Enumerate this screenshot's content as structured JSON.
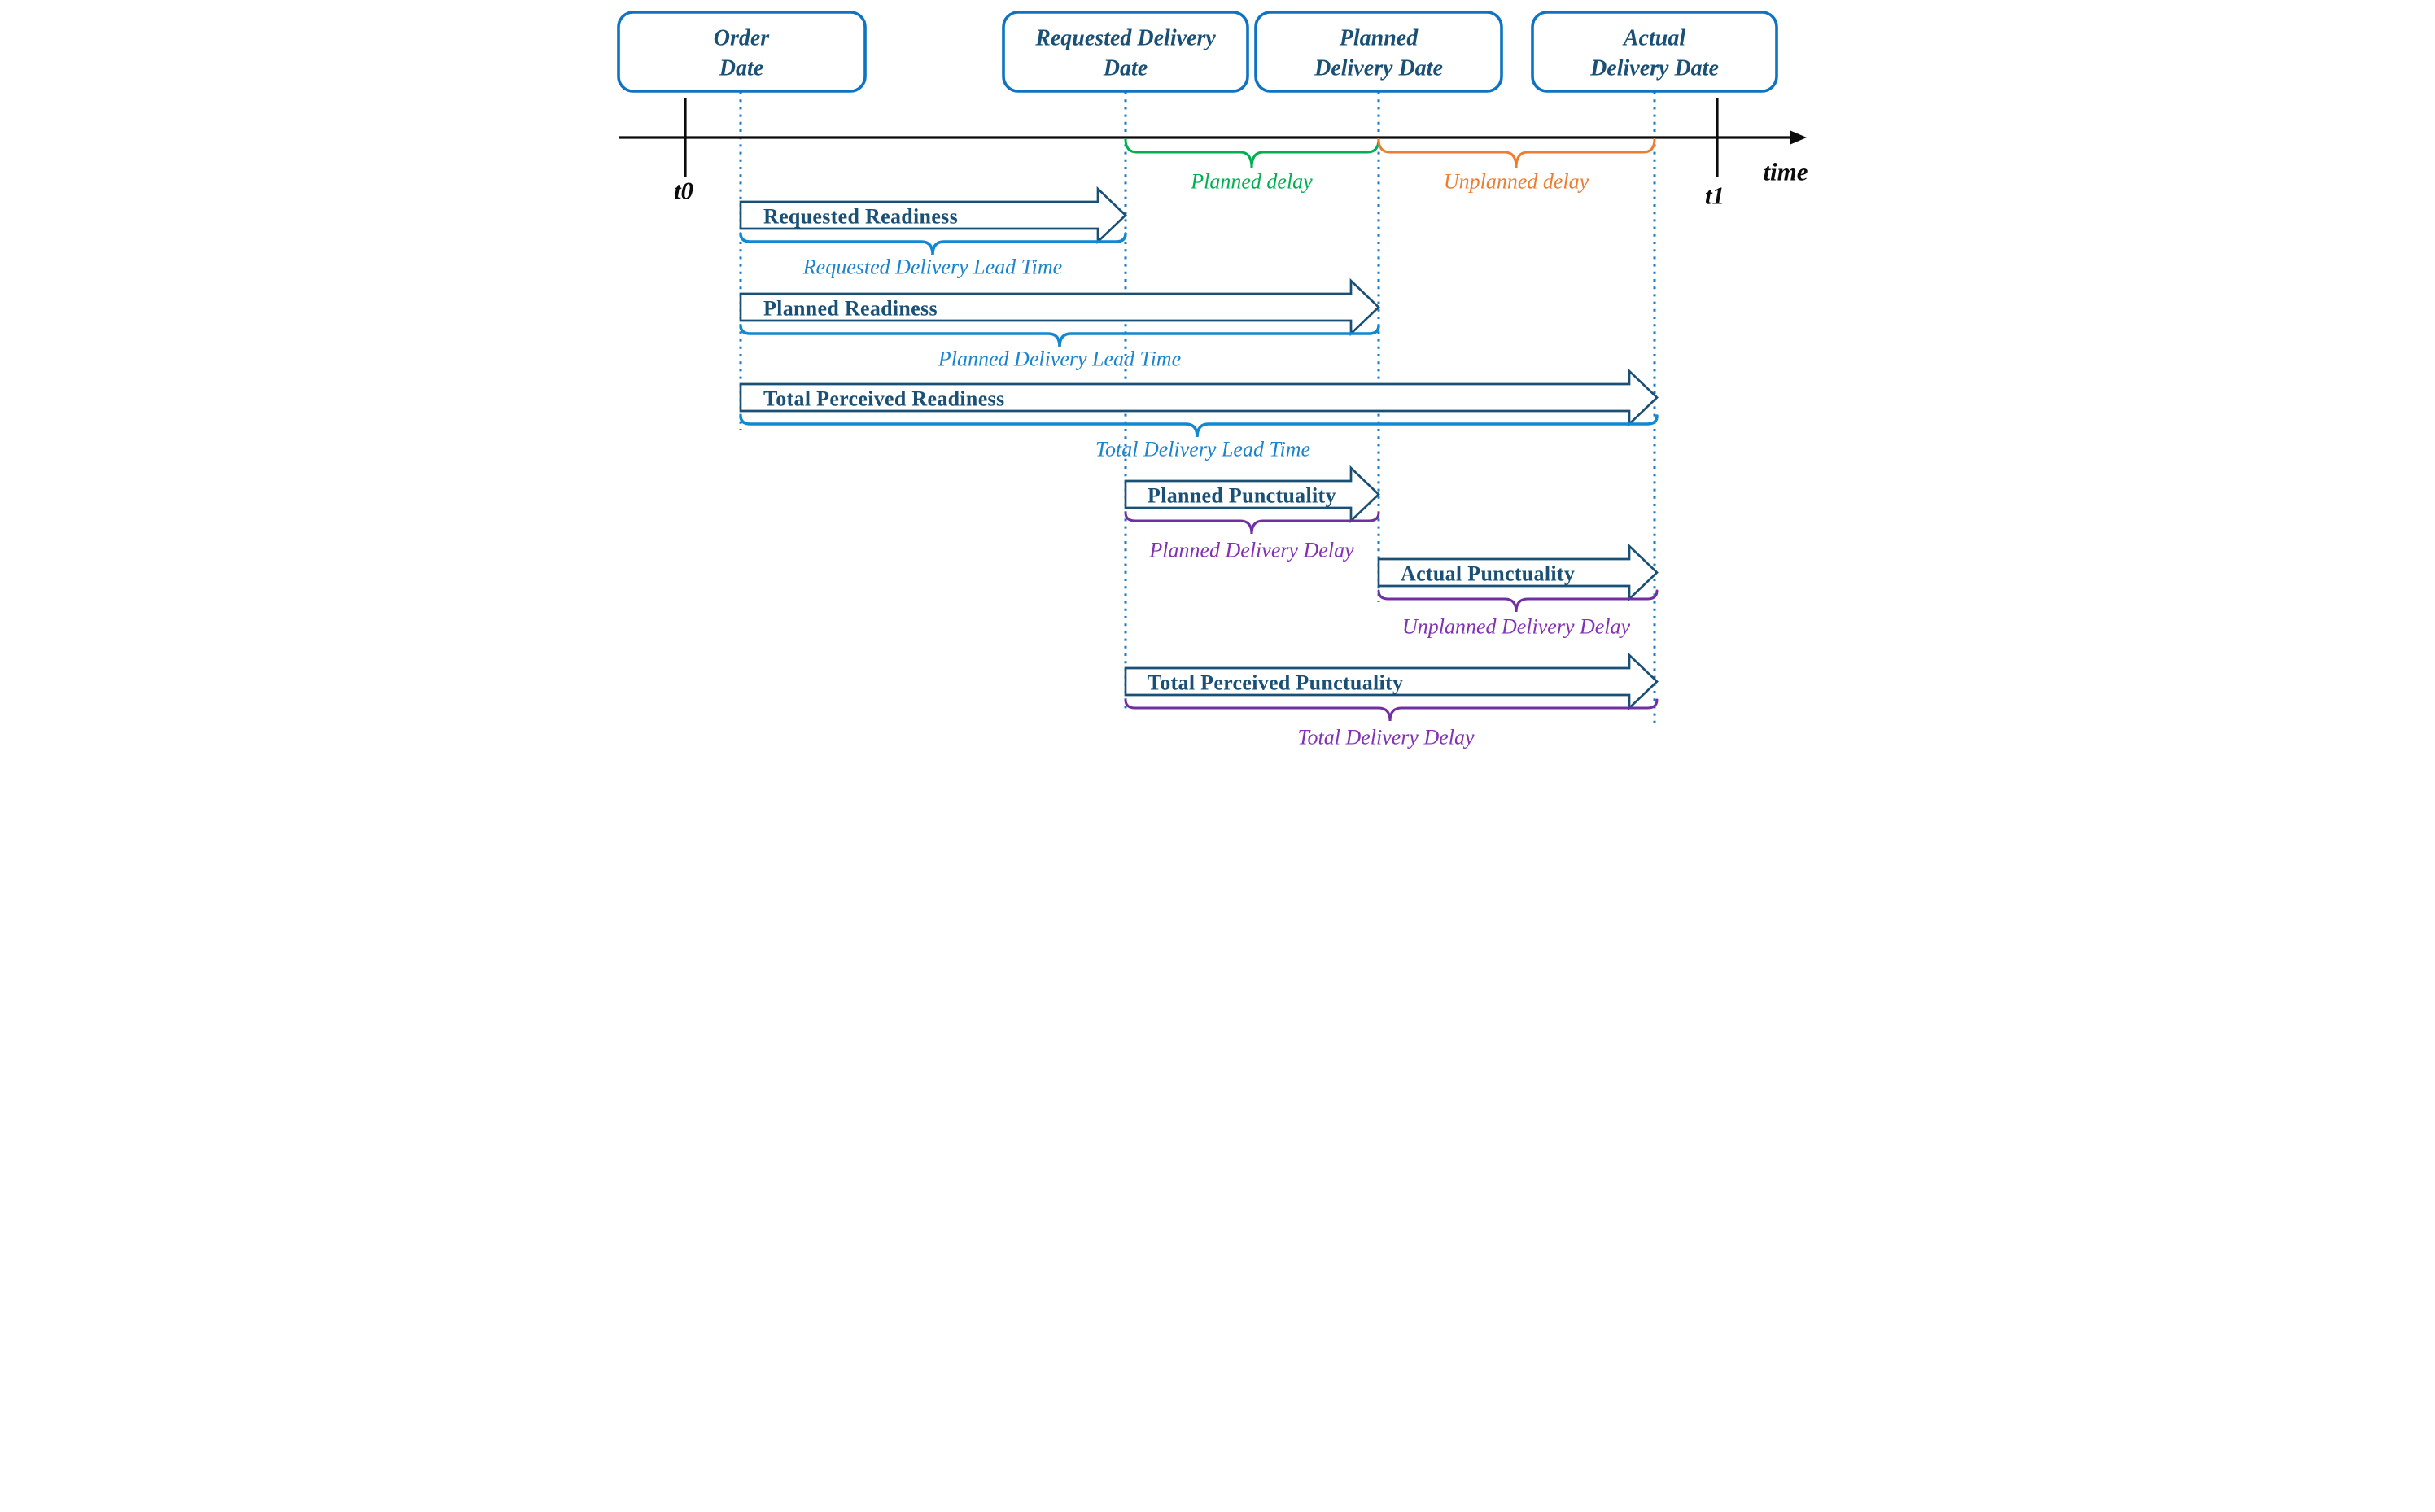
{
  "milestones": [
    {
      "line1": "Order",
      "line2": "Date"
    },
    {
      "line1": "Requested Delivery",
      "line2": "Date"
    },
    {
      "line1": "Planned",
      "line2": "Delivery Date"
    },
    {
      "line1": "Actual",
      "line2": "Delivery Date"
    }
  ],
  "axis": {
    "t0": "t0",
    "t1": "t1",
    "label": "time"
  },
  "delays": {
    "planned": {
      "label": "Planned delay",
      "from": "Requested Delivery Date",
      "to": "Planned Delivery Date"
    },
    "unplanned": {
      "label": "Unplanned delay",
      "from": "Planned Delivery Date",
      "to": "Actual Delivery Date"
    }
  },
  "rows": [
    {
      "arrow_label": "Requested Readiness",
      "brace_label": "Requested Delivery Lead Time",
      "from": "Order Date",
      "to": "Requested Delivery Date"
    },
    {
      "arrow_label": "Planned Readiness",
      "brace_label": "Planned Delivery Lead Time",
      "from": "Order Date",
      "to": "Planned Delivery Date"
    },
    {
      "arrow_label": "Total Perceived Readiness",
      "brace_label": "Total Delivery Lead Time",
      "from": "Order Date",
      "to": "Actual Delivery Date"
    },
    {
      "arrow_label": "Planned Punctuality",
      "brace_label": "Planned Delivery Delay",
      "from": "Requested Delivery Date",
      "to": "Planned Delivery Date"
    },
    {
      "arrow_label": "Actual Punctuality",
      "brace_label": "Unplanned Delivery Delay",
      "from": "Planned Delivery Date",
      "to": "Actual Delivery Date"
    },
    {
      "arrow_label": "Total Perceived Punctuality",
      "brace_label": "Total Delivery Delay",
      "from": "Requested Delivery Date",
      "to": "Actual Delivery Date"
    }
  ],
  "colors": {
    "box_border": "#0d73c2",
    "dotted_line": "#1b79c8",
    "navy": "#1a5076",
    "blue_brace": "#1088d2",
    "blue_label": "#1b84cc",
    "green": "#00b050",
    "orange": "#ed7d31",
    "purple": "#7030a0",
    "purple_label": "#8233b4",
    "axis_black": "#0b0b0b"
  }
}
